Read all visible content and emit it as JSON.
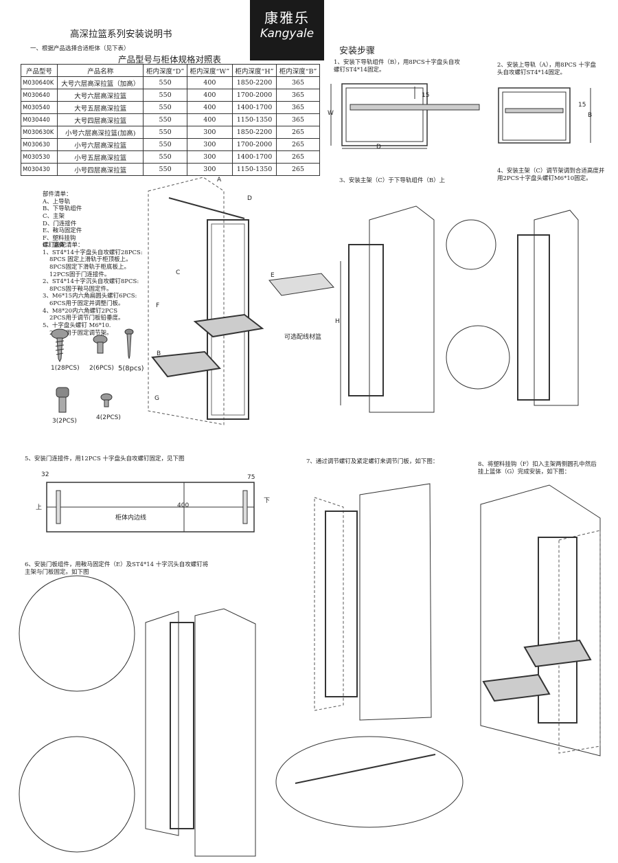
{
  "brand": {
    "cn": "康雅乐",
    "en": "Kangyale"
  },
  "doc_title": "高深拉篮系列安装说明书",
  "intro": "一、根据产品选择合适柜体（见下表）",
  "table_title": "产品型号与柜体规格对照表",
  "table": {
    "headers": [
      "产品型号",
      "产品名称",
      "柜内深度“D”",
      "柜内深度“W”",
      "柜内深度“H”",
      "柜内深度“B”"
    ],
    "rows": [
      [
        "M030640K",
        "大号六层高深拉篮（加高）",
        "550",
        "400",
        "1850-2200",
        "365"
      ],
      [
        "M030640",
        "大号六层高深拉篮",
        "550",
        "400",
        "1700-2000",
        "365"
      ],
      [
        "M030540",
        "大号五层高深拉篮",
        "550",
        "400",
        "1400-1700",
        "365"
      ],
      [
        "M030440",
        "大号四层高深拉篮",
        "550",
        "400",
        "1150-1350",
        "365"
      ],
      [
        "M030630K",
        "小号六层高深拉篮(加高)",
        "550",
        "300",
        "1850-2200",
        "265"
      ],
      [
        "M030630",
        "小号六层高深拉篮",
        "550",
        "300",
        "1700-2000",
        "265"
      ],
      [
        "M030530",
        "小号五层高深拉篮",
        "550",
        "300",
        "1400-1700",
        "265"
      ],
      [
        "M030430",
        "小号四层高深拉篮",
        "550",
        "300",
        "1150-1350",
        "265"
      ]
    ]
  },
  "steps_title": "安装步骤",
  "steps": {
    "s1": "1、安装下导轨组件（B），用8PCS十字盘头自攻螺钉ST4*14固定。",
    "s2": "2、安装上导轨（A），用8PCS 十字盘头自攻螺钉ST4*14固定。",
    "s3": "3、安装主架（C）于下导轨组件（B）上",
    "s4": "4、安装主架（C）调节架调到合适高度并用2PCS十字盘头螺钉M6*10固定。",
    "s5": "5、安装门连接件，用12PCS 十字盘头自攻螺钉固定，见下图",
    "s6": "6、安装门板组件，用鞍马固定件（E）及ST4*14 十字沉头自攻螺钉将主架与门板固定。如下图",
    "s7": "7、通过调节螺钉及紧定螺钉来调节门板，如下图：",
    "s8": "8、将塑料挂钩（F）扣入主架两侧圆孔中然后挂上篮体（G）完成安装，如下图："
  },
  "parts": {
    "title": "部件清单：",
    "items": [
      "A、上导轨",
      "B、下导轨组件",
      "C、主架",
      "D、门连接件",
      "E、鞍马固定件",
      "F、塑料挂钩",
      "G、篮体"
    ]
  },
  "screws": {
    "title": "螺钉装配清单：",
    "items": [
      "1、ST4*14十字盘头自攻螺钉28PCS:",
      "8PCS 固定上滑轨于柜顶板上。",
      "8PCS固定下滑轨于柜底板上。",
      "12PCS固于门连接件。",
      "2、ST4*14十字沉头自攻螺钉8PCS:",
      "8PCS固于鞍马固定件。",
      "3、M6*15内六角扁圆头螺钉6PCS:",
      "6PCS用于固定并调整门板。",
      "4、M8*20内六角螺钉2PCS",
      "2PCS用于调节门板铅垂度。",
      "5、十字盘头螺钉 M6*10.",
      "2PCS用于固定调节架。"
    ],
    "labels": [
      "1(28PCS)",
      "2(6PCS)",
      "5(8pcs)",
      "3(2PCS)",
      "4(2PCS)"
    ]
  },
  "basket_option": "可选配线材篮",
  "dims": {
    "w": "W",
    "d": "D",
    "h": "H",
    "b": "B",
    "fifteen": "15",
    "fifteen2": "15",
    "d32": "32",
    "d75": "75",
    "d400": "400",
    "up": "上",
    "down": "下",
    "inner_edge": "柜体内边线"
  },
  "callouts": [
    "A",
    "B",
    "C",
    "D",
    "E",
    "F",
    "G"
  ]
}
